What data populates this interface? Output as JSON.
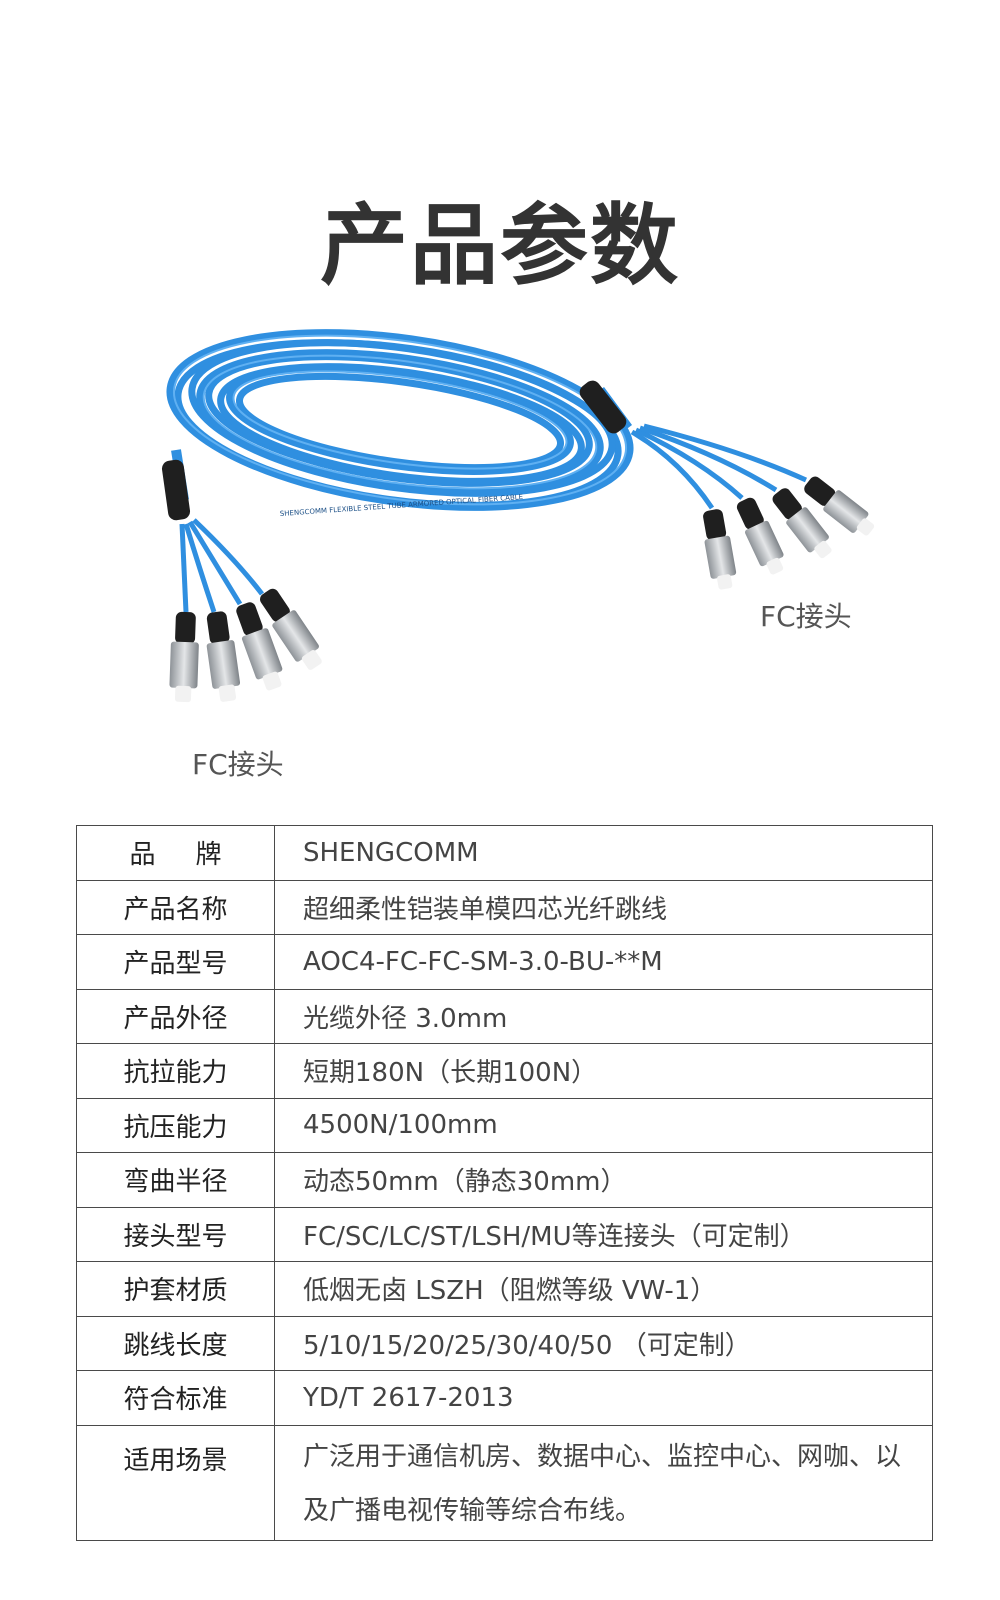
{
  "page": {
    "title": "产品参数"
  },
  "image": {
    "label_right": "FC接头",
    "label_left": "FC接头",
    "cable_print": "SHENGCOMM FLEXIBLE STEEL TUBE ARMORED OPTICAL FIBER CABLE"
  },
  "colors": {
    "cable_blue": "#2f8fe0",
    "connector_black": "#1f1f1f",
    "connector_metal": "#b8bcc0",
    "border": "#4a4a4a"
  },
  "specs": [
    {
      "key": "品牌",
      "value": "SHENGCOMM"
    },
    {
      "key": "产品名称",
      "value": "超细柔性铠装单模四芯光纤跳线"
    },
    {
      "key": "产品型号",
      "value": "AOC4-FC-FC-SM-3.0-BU-**M"
    },
    {
      "key": "产品外径",
      "value": "光缆外径 3.0mm"
    },
    {
      "key": "抗拉能力",
      "value": "短期180N（长期100N）"
    },
    {
      "key": "抗压能力",
      "value": "4500N/100mm"
    },
    {
      "key": "弯曲半径",
      "value": "动态50mm（静态30mm）"
    },
    {
      "key": "接头型号",
      "value": "FC/SC/LC/ST/LSH/MU等连接头（可定制）"
    },
    {
      "key": "护套材质",
      "value": "低烟无卤 LSZH（阻燃等级  VW-1）"
    },
    {
      "key": "跳线长度",
      "value": "5/10/15/20/25/30/40/50 （可定制）"
    },
    {
      "key": "符合标准",
      "value": "YD/T 2617-2013"
    },
    {
      "key": "适用场景",
      "value": "广泛用于通信机房、数据中心、监控中心、网咖、以及广播电视传输等综合布线。"
    }
  ]
}
